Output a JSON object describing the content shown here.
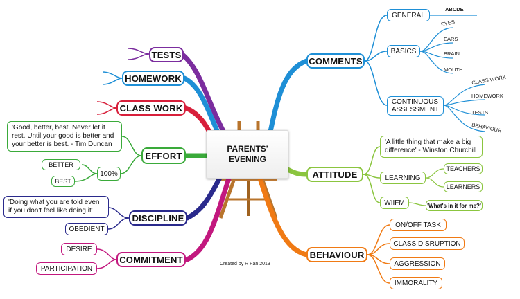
{
  "center": {
    "title_line1": "PARENTS'",
    "title_line2": "EVENING"
  },
  "credit": "Created by R Fan 2013",
  "colors": {
    "tests": "#7b2d9e",
    "homework": "#1e8fd6",
    "classwork": "#d81f3b",
    "effort": "#3aaa3a",
    "discipline": "#2a2a8c",
    "commitment": "#c2187e",
    "comments": "#1e8fd6",
    "attitude": "#8bc53f",
    "behaviour": "#f07a14"
  },
  "left": {
    "tests": "TESTS",
    "homework": "HOMEWORK",
    "classwork": "CLASS WORK",
    "effort": {
      "label": "EFFORT",
      "quote": "'Good, better, best. Never let it rest. Until your good is better and your better is best. - Tim Duncan",
      "percent": "100%",
      "better": "BETTER",
      "best": "BEST"
    },
    "discipline": {
      "label": "DISCIPLINE",
      "quote": "'Doing what you are told even if you don't feel like doing it'",
      "obedient": "OBEDIENT"
    },
    "commitment": {
      "label": "COMMITMENT",
      "desire": "DESIRE",
      "participation": "PARTICIPATION"
    }
  },
  "right": {
    "comments": {
      "label": "COMMENTS",
      "general": "GENERAL",
      "abcde": "ABCDE",
      "basics": "BASICS",
      "eyes": "EYES",
      "ears": "EARS",
      "brain": "BRAIN",
      "mouth": "MOUTH",
      "continuous": "CONTINUOUS ASSESSMENT",
      "classwork": "CLASS WORK",
      "homework": "HOMEWORK",
      "tests": "TESTS",
      "behaviour": "BEHAVIOUR"
    },
    "attitude": {
      "label": "ATTITUDE",
      "quote": "'A little thing that make a big difference' - Winston Churchill",
      "learning": "LEARNING",
      "teachers": "TEACHERS",
      "learners": "LEARNERS",
      "wiifm": "WIIFM",
      "wiifm_meaning": "'What's in it for me?'"
    },
    "behaviour": {
      "label": "BEHAVIOUR",
      "ontask": "ON/OFF TASK",
      "disruption": "CLASS DISRUPTION",
      "aggression": "AGGRESSION",
      "immorality": "IMMORALITY"
    }
  }
}
